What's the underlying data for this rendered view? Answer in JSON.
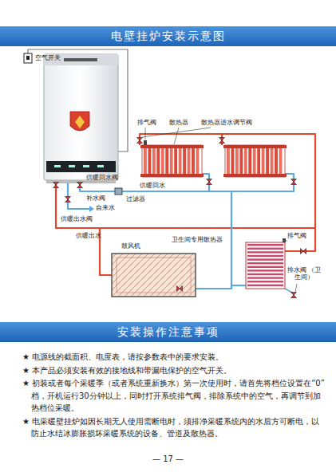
{
  "diagram": {
    "title": "电壁挂炉安装示意图",
    "nodes": [
      {
        "text": [
          "安装操作注意事项"
        ]
      }
    ],
    "labels": [
      "空气开关",
      "排气阀",
      "散热器",
      "散热器进水调节阀",
      "供暖回水阀",
      "供暖回水",
      "补水阀",
      "自来水",
      "过滤器",
      "供暖出水阀",
      "供暖出水",
      "卫生间专用散热器",
      "排气阀",
      "鼓风机",
      "排水阀 （卫生间）",
      "★ 电源线的截面积、电度表，请按参数表中的要求安装。",
      "★ 本产品必须安装有效的接地线和带漏电保护的空气开关。",
      "★ 初装或者每个采暖季（或者系统重新换水）第一次使用时，请首先将档位设置在“0”档，开机运行30分钟以上，同时打开系统排气阀，排除系统中的空气，再调节到加热档位采暖。",
      "★ 电采暖壁挂炉如因长期无人使用需断电时，须排净采暖系统内的水后方可断电，以防止水结冰膨胀损坏采暖系统的设备、管道及散热器。",
      "— 17 —"
    ]
  }
}
